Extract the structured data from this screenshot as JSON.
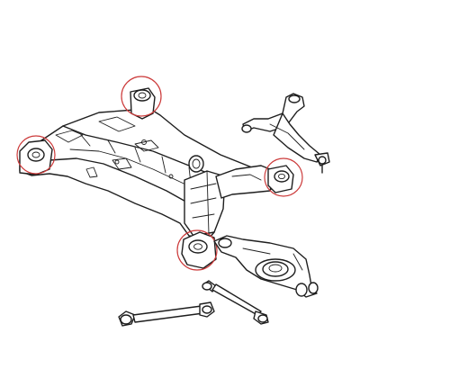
{
  "figure": {
    "subject": "rear-subframe-assembly",
    "highlight_color": "#cc3a3a",
    "line_color": "#1e1e1e",
    "background": "#ffffff",
    "highlighted_bushings": [
      "front-left-mount-bushing",
      "front-right-mount-bushing",
      "rear-right-mount-bushing",
      "rear-left-mount-bushing"
    ]
  }
}
